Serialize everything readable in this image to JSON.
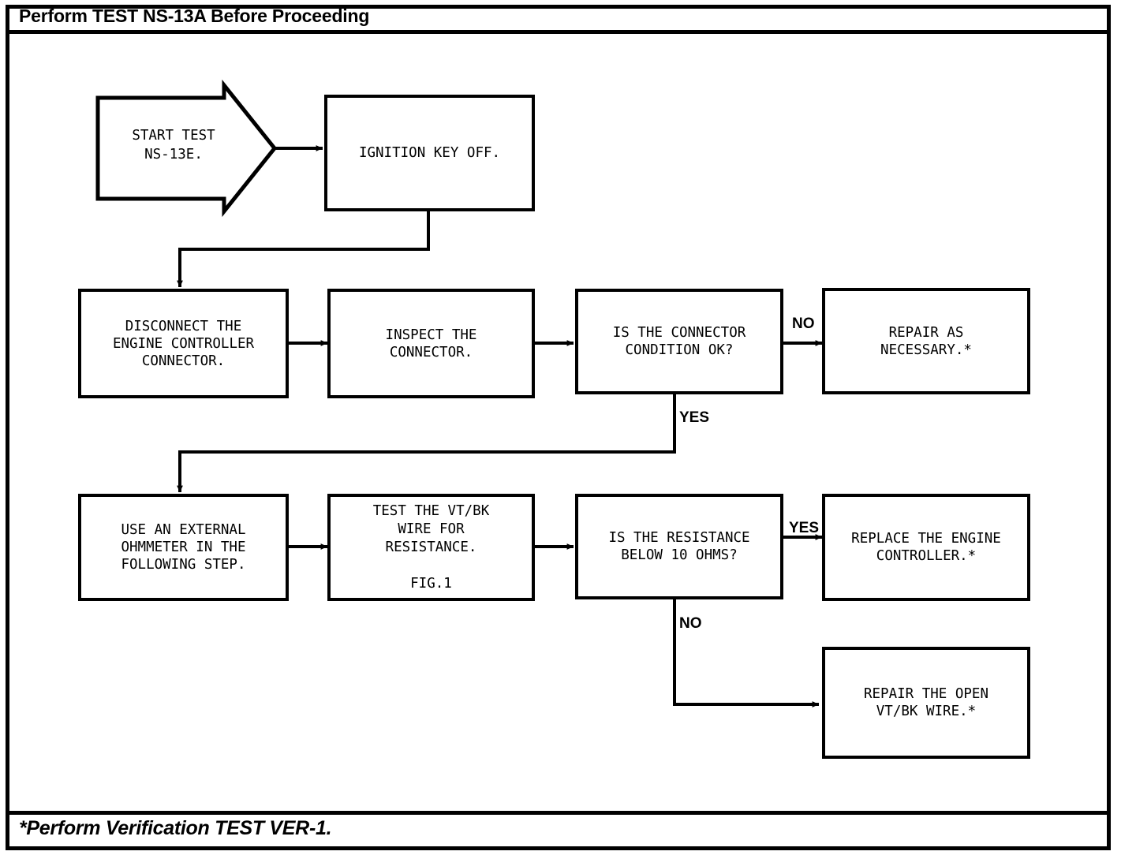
{
  "header": {
    "title": "Perform TEST NS-13A Before Proceeding"
  },
  "footer": {
    "note": "*Perform Verification TEST VER-1."
  },
  "flow": {
    "nodes": [
      {
        "id": "start",
        "shape": "arrow-pentagon",
        "text": "START TEST\nNS-13E."
      },
      {
        "id": "ignition",
        "shape": "rect",
        "text": "IGNITION KEY OFF."
      },
      {
        "id": "disconnect",
        "shape": "rect",
        "text": "DISCONNECT THE\nENGINE CONTROLLER\nCONNECTOR."
      },
      {
        "id": "inspect",
        "shape": "rect",
        "text": "INSPECT THE\nCONNECTOR."
      },
      {
        "id": "connector-ok",
        "shape": "rect",
        "text": "IS THE CONNECTOR\nCONDITION OK?"
      },
      {
        "id": "repair-necessary",
        "shape": "rect",
        "text": "REPAIR AS\nNECESSARY.*"
      },
      {
        "id": "ohmmeter",
        "shape": "rect",
        "text": "USE AN EXTERNAL\nOHMMETER IN THE\nFOLLOWING STEP."
      },
      {
        "id": "test-wire",
        "shape": "rect",
        "text": "TEST THE VT/BK\nWIRE FOR\nRESISTANCE.\n\nFIG.1"
      },
      {
        "id": "resistance-below",
        "shape": "rect",
        "text": "IS THE RESISTANCE\nBELOW 10 OHMS?"
      },
      {
        "id": "replace-controller",
        "shape": "rect",
        "text": "REPLACE THE ENGINE\nCONTROLLER.*"
      },
      {
        "id": "repair-open-wire",
        "shape": "rect",
        "text": "REPAIR THE OPEN\nVT/BK WIRE.*"
      }
    ],
    "edges": [
      {
        "from": "start",
        "to": "ignition",
        "label": ""
      },
      {
        "from": "ignition",
        "to": "disconnect",
        "label": ""
      },
      {
        "from": "disconnect",
        "to": "inspect",
        "label": ""
      },
      {
        "from": "inspect",
        "to": "connector-ok",
        "label": ""
      },
      {
        "from": "connector-ok",
        "to": "repair-necessary",
        "label": "NO"
      },
      {
        "from": "connector-ok",
        "to": "ohmmeter",
        "label": "YES"
      },
      {
        "from": "ohmmeter",
        "to": "test-wire",
        "label": ""
      },
      {
        "from": "test-wire",
        "to": "resistance-below",
        "label": ""
      },
      {
        "from": "resistance-below",
        "to": "replace-controller",
        "label": "YES"
      },
      {
        "from": "resistance-below",
        "to": "repair-open-wire",
        "label": "NO"
      }
    ],
    "labels": {
      "no_connector": "NO",
      "yes_connector": "YES",
      "yes_resistance": "YES",
      "no_resistance": "NO"
    }
  },
  "colors": {
    "stroke": "#000000",
    "background": "#ffffff"
  }
}
